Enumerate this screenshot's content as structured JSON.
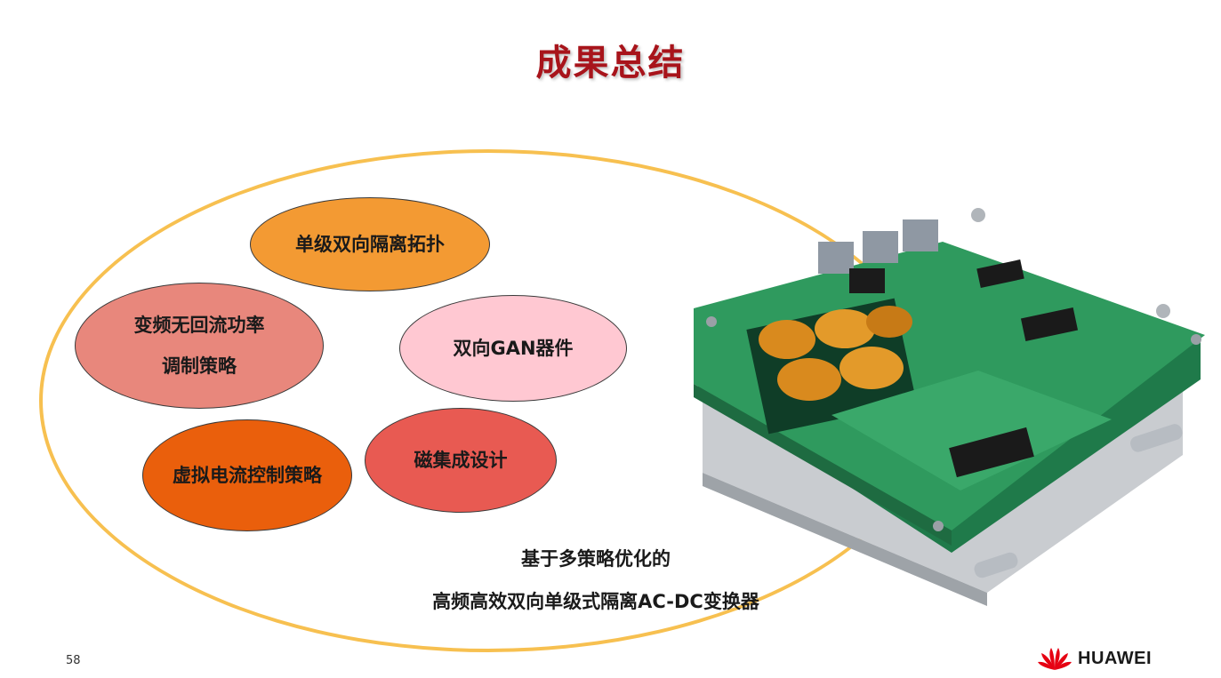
{
  "slide": {
    "title": "成果总结",
    "page_number": "58"
  },
  "bubbles": [
    {
      "label": "单级双向隔离拓扑",
      "color": "#f39a33"
    },
    {
      "label": "变频无回流功率\n调制策略",
      "line1": "变频无回流功率",
      "line2": "调制策略",
      "color": "#e8877c"
    },
    {
      "label": "双向GAN器件",
      "color": "#ffc8d2"
    },
    {
      "label": "虚拟电流控制策略",
      "color": "#ea5f0c"
    },
    {
      "label": "磁集成设计",
      "color": "#e85a52"
    }
  ],
  "summary": {
    "line1": "基于多策略优化的",
    "line2": "高频高效双向单级式隔离AC-DC变换器"
  },
  "brand": {
    "name": "HUAWEI",
    "color": "#e60012"
  },
  "colors": {
    "title": "#a8141b",
    "ring": "#f7c050"
  }
}
